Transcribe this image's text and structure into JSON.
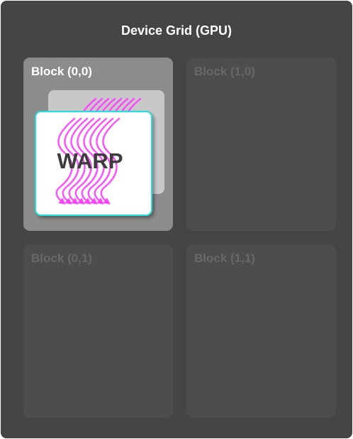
{
  "grid": {
    "title": "Device Grid (GPU)"
  },
  "blocks": [
    {
      "label": "Block (0,0)",
      "active": true
    },
    {
      "label": "Block (1,0)",
      "active": false
    },
    {
      "label": "Block (0,1)",
      "active": false
    },
    {
      "label": "Block (1,1)",
      "active": false
    }
  ],
  "warp": {
    "label": "WARP",
    "thread_count": 8
  },
  "colors": {
    "background": "#454545",
    "block_active": "#8c8c8c",
    "block_idle": "#4d4d4d",
    "thread_arrow": "#ff44ff",
    "warp_border": "#22e0e0"
  }
}
